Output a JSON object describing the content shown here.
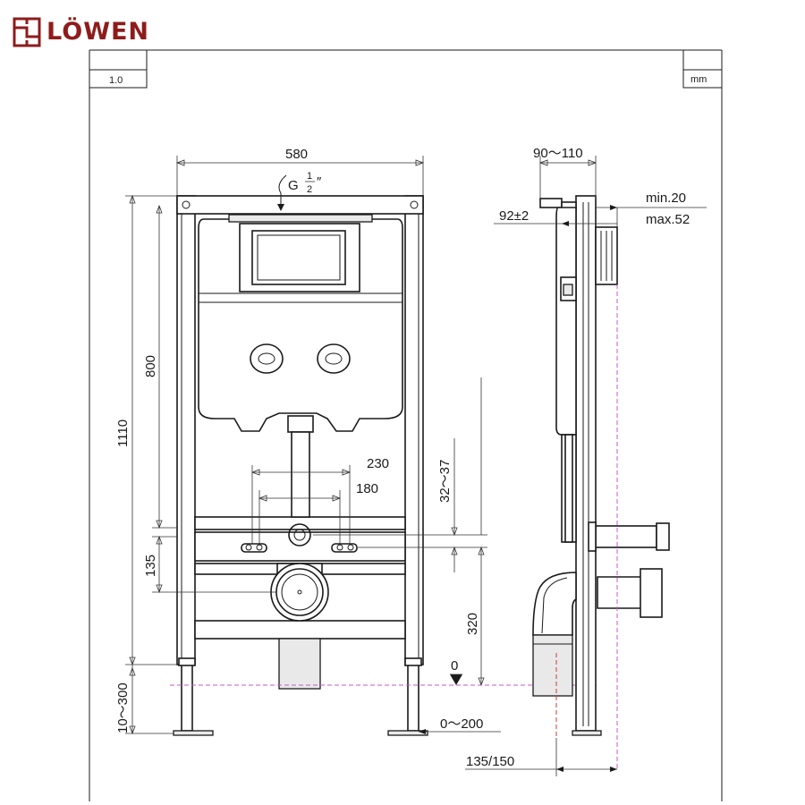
{
  "brand": {
    "name": "LÖWEN",
    "color": "#8e1c1c"
  },
  "title_block": {
    "version": "1.0",
    "unit": "mm"
  },
  "dimensions": {
    "width": "580",
    "inlet": "G",
    "inlet_num": "1",
    "inlet_den": "2",
    "inlet_mark": "″",
    "depth_range": "90～110",
    "flush_offset": "92±2",
    "wall_min": "min.20",
    "wall_max": "max.52",
    "cistern_height": "800",
    "total_height": "1110",
    "bolt_spacing_outer": "230",
    "bolt_spacing_inner": "180",
    "bolt_offset": "32～37",
    "outlet_height": "135",
    "bolt_height": "320",
    "zero_level": "0",
    "leg_adjust": "10～300",
    "foot_adjust": "0～200",
    "drain_distance": "135/150"
  },
  "colors": {
    "line": "#1a1a1a",
    "floor_line": "#c45ac4",
    "axis_line": "#d03a3a"
  }
}
